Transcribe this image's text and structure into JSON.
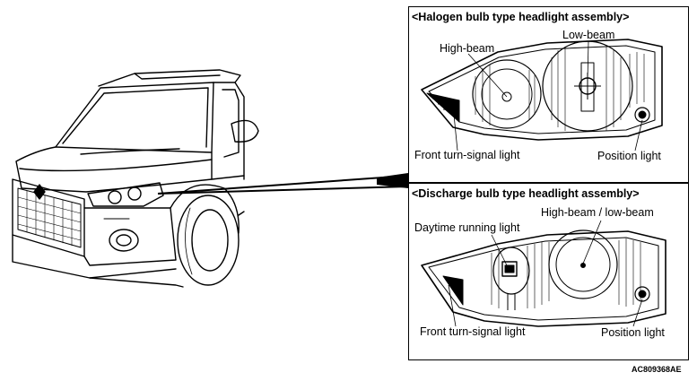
{
  "halogen": {
    "title": "<Halogen bulb type headlight assembly>",
    "labels": {
      "high_beam": "High-beam",
      "low_beam": "Low-beam",
      "turn_signal": "Front turn-signal light",
      "position": "Position light"
    }
  },
  "discharge": {
    "title": "<Discharge bulb type headlight assembly>",
    "labels": {
      "drl": "Daytime running light",
      "high_low": "High-beam / low-beam",
      "turn_signal": "Front turn-signal light",
      "position": "Position light"
    }
  },
  "figure_code": "AC809368AE"
}
